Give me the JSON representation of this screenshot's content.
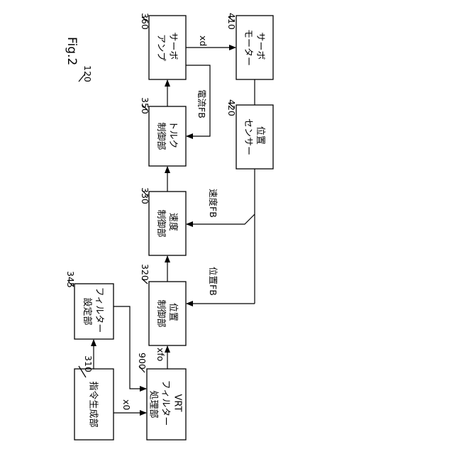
{
  "figure": {
    "label": "Fig.2",
    "reference": "120"
  },
  "blocks": {
    "cmd_gen": {
      "ref": "310",
      "lines": [
        "指令生成部"
      ]
    },
    "vrt_filter": {
      "ref": "900",
      "lines": [
        "VRT",
        "フィルター",
        "処理部"
      ]
    },
    "filter_set": {
      "ref": "345",
      "lines": [
        "フィルター",
        "設定部"
      ]
    },
    "pos_ctrl": {
      "ref": "320",
      "lines": [
        "位置",
        "制御部"
      ]
    },
    "vel_ctrl": {
      "ref": "330",
      "lines": [
        "速度",
        "制御部"
      ]
    },
    "torque_ctrl": {
      "ref": "350",
      "lines": [
        "トルク",
        "制御部"
      ]
    },
    "servo_amp": {
      "ref": "360",
      "lines": [
        "サーボ",
        "アンプ"
      ]
    },
    "servo_motor": {
      "ref": "410",
      "lines": [
        "サーボ",
        "モーター"
      ]
    },
    "pos_sensor": {
      "ref": "420",
      "lines": [
        "位置",
        "センサー"
      ]
    }
  },
  "signals": {
    "x0": "x0",
    "xfo": "xfo",
    "xd": "xd",
    "current_fb": "電流FB",
    "velocity_fb": "速度FB",
    "position_fb": "位置FB"
  }
}
